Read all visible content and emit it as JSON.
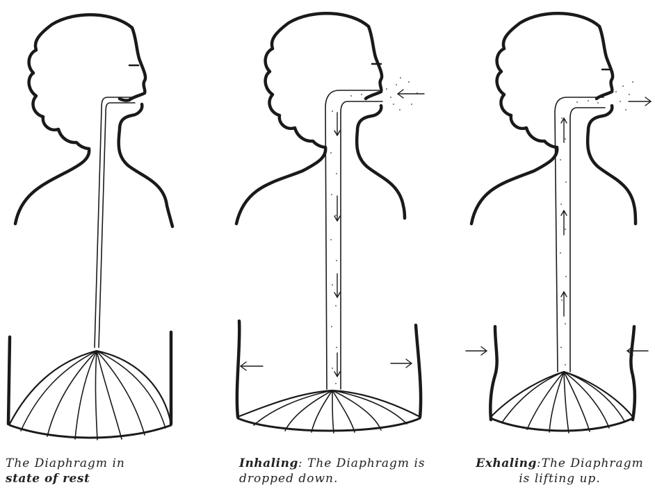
{
  "panels": [
    {
      "id": "rest",
      "caption_line1": "The Diaphragm in",
      "caption_line2_bold": "state of rest"
    },
    {
      "id": "inhaling",
      "caption_bold": "Inhaling",
      "caption_rest": ": The Diaphragm is",
      "caption_line2": "dropped down."
    },
    {
      "id": "exhaling",
      "caption_bold": "Exhaling",
      "caption_rest": ":The Diaphragm",
      "caption_line2": "is lifting up."
    }
  ]
}
